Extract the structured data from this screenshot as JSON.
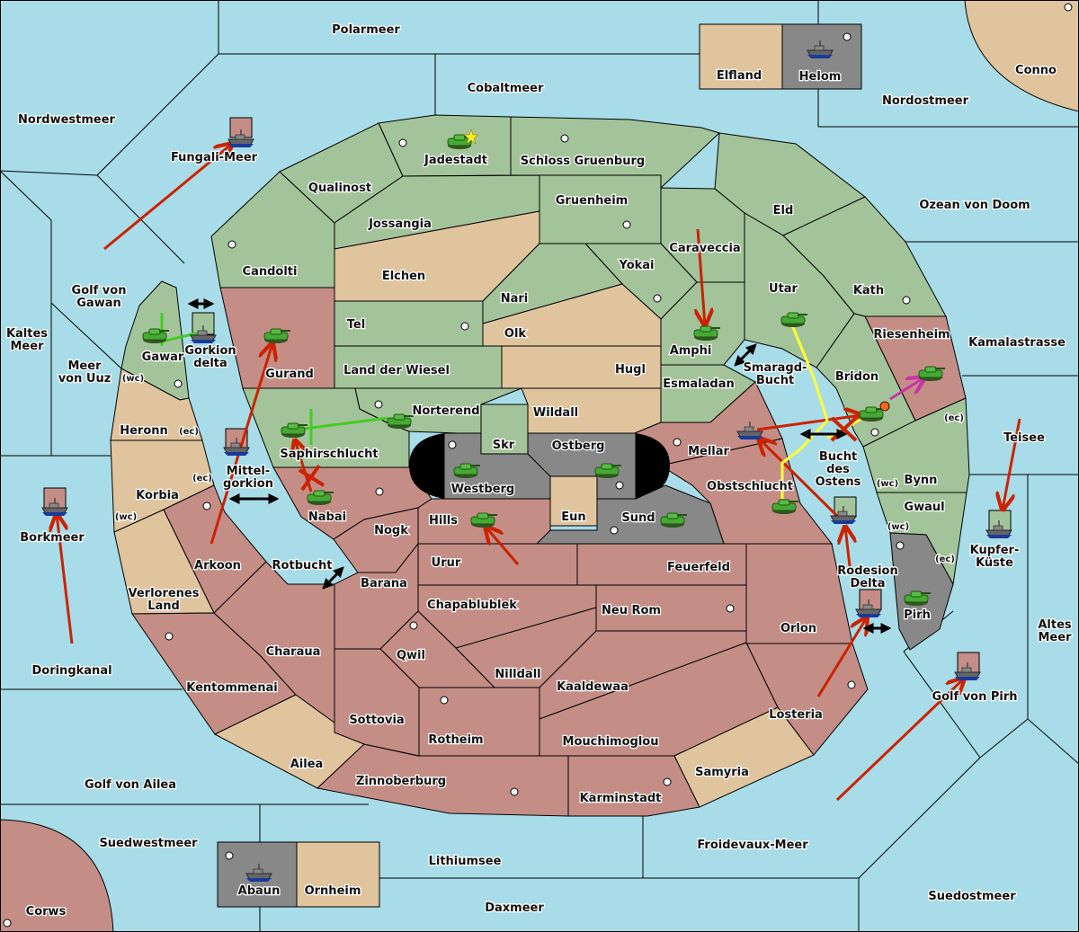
{
  "title": "Diplomacy-style strategy map",
  "colors": {
    "sea": "#a8dce8",
    "player_green": "#a3c49a",
    "player_red": "#c48e86",
    "neutral_tan": "#e0c49e",
    "impassable_grey": "#888888",
    "move_red": "#cc2200",
    "support_yellow": "#ffff33",
    "support_green": "#44cc22",
    "retreat_magenta": "#cc33aa"
  },
  "sea_regions": [
    "Polarmeer",
    "Cobaltmeer",
    "Nordwestmeer",
    "Fungali-Meer",
    "Nordostmeer",
    "Ozean von Doom",
    "Kamalastrasse",
    "Golf von Gawan",
    "Kaltes Meer",
    "Meer von Uuz",
    "Gorkion delta",
    "Mittel-gorkion",
    "Borkmeer",
    "Rotbucht",
    "Doringkanal",
    "Golf von Ailea",
    "Suedwestmeer",
    "Lithiumsee",
    "Daxmeer",
    "Froidevaux-Meer",
    "Suedostmeer",
    "Golf von Pirh",
    "Altes Meer",
    "Kupfer-Küste",
    "Teisee",
    "Smaragd-Bucht",
    "Bucht des Ostens",
    "Rodesion Delta"
  ],
  "labels": {
    "polarmeer": "Polarmeer",
    "cobaltmeer": "Cobaltmeer",
    "nordwestmeer": "Nordwestmeer",
    "fungali": "Fungali-Meer",
    "elfland": "Elfland",
    "helom": "Helom",
    "conno": "Conno",
    "nordostmeer": "Nordostmeer",
    "ozean": "Ozean von Doom",
    "jadestadt": "Jadestadt",
    "schloss": "Schloss Gruenburg",
    "qualinost": "Qualinost",
    "gruenheim": "Gruenheim",
    "eld": "Eld",
    "jossangia": "Jossangia",
    "caraveccia": "Caraveccia",
    "candolti": "Candolti",
    "elchen": "Elchen",
    "yokai": "Yokai",
    "utar": "Utar",
    "kath": "Kath",
    "nari": "Nari",
    "gawan1": "Golf von",
    "gawan2": "Gawan",
    "tel": "Tel",
    "olk": "Olk",
    "kaltes1": "Kaltes",
    "kaltes2": "Meer",
    "riesenheim": "Riesenheim",
    "kamala": "Kamalastrasse",
    "amphi": "Amphi",
    "gawar": "Gawar",
    "gorkion1": "Gorkion",
    "gorkion2": "delta",
    "uuz1": "Meer",
    "uuz2": "von Uuz",
    "gurand": "Gurand",
    "wiesel": "Land der Wiesel",
    "hugl": "Hugl",
    "smaragd1": "Smaragd-",
    "smaragd2": "Bucht",
    "bridon": "Bridon",
    "esmaladan": "Esmaladan",
    "heronn": "Heronn",
    "norterend": "Norterend",
    "wildall": "Wildall",
    "teisee": "Teisee",
    "mittel1": "Mittel-",
    "mittel2": "gorkion",
    "skr": "Skr",
    "ostberg": "Ostberg",
    "mellar": "Mellar",
    "saphir": "Saphirschlucht",
    "bucht1": "Bucht",
    "bucht2": "des",
    "bucht3": "Ostens",
    "westberg": "Westberg",
    "bynn": "Bynn",
    "obst": "Obstschlucht",
    "korbia": "Korbia",
    "nabai": "Nabai",
    "eun": "Eun",
    "sund": "Sund",
    "gwaul": "Gwaul",
    "borkmeer": "Borkmeer",
    "hills": "Hills",
    "nogk": "Nogk",
    "kupfer1": "Kupfer-",
    "kupfer2": "Küste",
    "arkoon": "Arkoon",
    "rotbucht": "Rotbucht",
    "urur": "Urur",
    "feuerfeld": "Feuerfeld",
    "rodesion1": "Rodesion",
    "rodesion2": "Delta",
    "verloren1": "Verlorenes",
    "verloren2": "Land",
    "barana": "Barana",
    "chapa": "Chapablublek",
    "neurom": "Neu Rom",
    "pirh": "Pirh",
    "altes1": "Altes",
    "altes2": "Meer",
    "orlon": "Orlon",
    "charaua": "Charaua",
    "qwil": "Qwil",
    "nilldall": "Nilldall",
    "doring": "Doringkanal",
    "kentom": "Kentommenai",
    "kaaldewaa": "Kaaldewaa",
    "golfpirh": "Golf von Pirh",
    "losteria": "Losteria",
    "sottovia": "Sottovia",
    "rotheim": "Rotheim",
    "mouchi": "Mouchimoglou",
    "ailea": "Ailea",
    "samyria": "Samyria",
    "zinnober": "Zinnoberburg",
    "golfailea": "Golf von Ailea",
    "karmin": "Karminstadt",
    "suedwest": "Suedwestmeer",
    "froide": "Froidevaux-Meer",
    "lithium": "Lithiumsee",
    "abaun": "Abaun",
    "ornheim": "Ornheim",
    "suedost": "Suedostmeer",
    "daxmeer": "Daxmeer",
    "corws": "Corws"
  },
  "coast_marks": {
    "wc": "(wc)",
    "ec": "(ec)"
  },
  "units": [
    {
      "type": "army",
      "territory": "Jadestadt",
      "owner": "green",
      "marker": "star"
    },
    {
      "type": "fleet",
      "territory": "Helom",
      "owner": "neutral"
    },
    {
      "type": "fleet",
      "territory": "Fungali-Meer",
      "owner": "red"
    },
    {
      "type": "army",
      "territory": "Gawar",
      "owner": "green"
    },
    {
      "type": "fleet",
      "territory": "Gorkion delta",
      "owner": "green"
    },
    {
      "type": "army",
      "territory": "Gurand",
      "owner": "green"
    },
    {
      "type": "army",
      "territory": "Saphirschlucht",
      "owner": "green"
    },
    {
      "type": "army",
      "territory": "Norterend",
      "owner": "green"
    },
    {
      "type": "fleet",
      "territory": "Mittel-gorkion",
      "owner": "red"
    },
    {
      "type": "army",
      "territory": "Nabai",
      "owner": "green"
    },
    {
      "type": "army",
      "territory": "Westberg",
      "owner": "green"
    },
    {
      "type": "army",
      "territory": "Ostberg",
      "owner": "green"
    },
    {
      "type": "army",
      "territory": "Sund",
      "owner": "green"
    },
    {
      "type": "army",
      "territory": "Hills",
      "owner": "green"
    },
    {
      "type": "army",
      "territory": "Amphi",
      "owner": "green"
    },
    {
      "type": "army",
      "territory": "Utar",
      "owner": "green"
    },
    {
      "type": "army",
      "territory": "Riesenheim",
      "owner": "green",
      "status": "retreating"
    },
    {
      "type": "army",
      "territory": "Bridon",
      "owner": "green",
      "status": "dislodged"
    },
    {
      "type": "fleet",
      "territory": "Mellar",
      "owner": "red"
    },
    {
      "type": "army",
      "territory": "Obstschlucht",
      "owner": "green"
    },
    {
      "type": "fleet",
      "territory": "Bucht des Ostens",
      "owner": "green"
    },
    {
      "type": "fleet",
      "territory": "Rodesion Delta",
      "owner": "red"
    },
    {
      "type": "army",
      "territory": "Pirh",
      "owner": "green"
    },
    {
      "type": "fleet",
      "territory": "Kupfer-Küste",
      "owner": "green"
    },
    {
      "type": "fleet",
      "territory": "Golf von Pirh",
      "owner": "red"
    },
    {
      "type": "fleet",
      "territory": "Borkmeer",
      "owner": "red"
    },
    {
      "type": "fleet",
      "territory": "Abaun",
      "owner": "neutral"
    }
  ]
}
